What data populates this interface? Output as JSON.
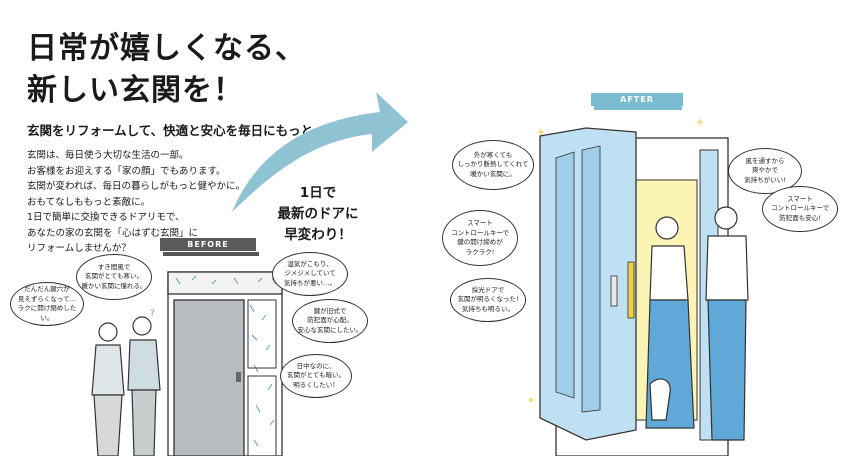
{
  "headline": {
    "line1": "日常が嬉しくなる、",
    "line2": "新しい玄関を！"
  },
  "subheadline": "玄関をリフォームして、快適と安心を毎日にもっと。",
  "body_lines": [
    "玄関は、毎日使う大切な生活の一部。",
    "お客様をお迎えする「家の顔」でもあります。",
    "玄関が変われば、毎日の暮らしがもっと健やかに。",
    "おもてなしももっと素敵に。",
    "1日で簡単に交換できるドアリモで、",
    "あなたの家の玄関を「心はずむ玄関」に",
    "リフォームしませんか？"
  ],
  "callout": {
    "line1": "1日で",
    "line2": "最新のドアに",
    "line3": "早変わり！"
  },
  "before_label": "BEFORE",
  "after_label": "AFTER",
  "before_bubbles": [
    "だんだん鍵穴が\n見えずらくなって…\nラクに開け閉めしたい。",
    "すき間風で\n玄関がとても寒い。\n暖かい玄関に憧れる。",
    "湿気がこもり、\nジメジメしていて\n気持ちが悪い…。",
    "鍵が旧式で\n防犯面が心配。\n安心な玄関にしたい。",
    "日中なのに、\n玄関がとても暗い。\n明るくしたい！"
  ],
  "after_bubbles": [
    "外が寒くても\nしっかり断熱してくれて\n暖かい玄関に。",
    "スマート\nコントロールキーで\n鍵の開け締めが\nラクラク!",
    "採光ドアで\n玄関が明るくなった!\n気持ちも明るい。",
    "風を通すから\n爽やかで\n気持ちがいい!",
    "スマート\nコントロールキーで\n防犯面も安心!"
  ],
  "colors": {
    "door_before": "#b8bcc0",
    "door_after": "#bfe0f2",
    "accent": "#7cbcd0",
    "arrow": "#8fc3d4",
    "glass": "#fbf4b4",
    "text": "#1a1a1a"
  }
}
